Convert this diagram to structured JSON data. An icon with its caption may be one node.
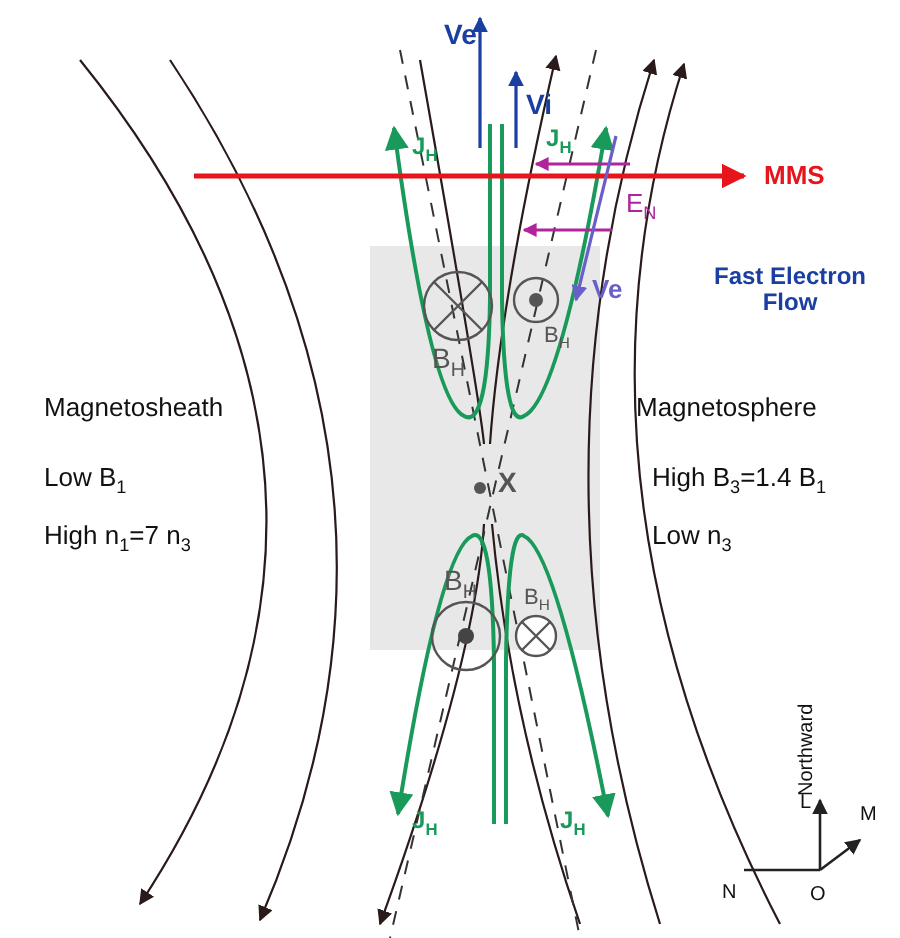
{
  "diagram": {
    "labels": [
      "Ve",
      "Vi",
      "J$_{H}$",
      "J$_{H}$",
      "MMS",
      "E$_{N}$",
      "Ve",
      "Fast Electron Flow",
      "B$_{H}$",
      "B$_{H}$",
      "Magnetosheath",
      "Magnetosphere",
      "Low B$_{1}$",
      "X",
      "High B$_{3}$=1.4 B$_{1}$",
      "High n$_{1}$=7 n$_{3}$",
      "Low n$_{3}$",
      "B$_{H}$",
      "B$_{H}$",
      "J$_{H}$",
      "J$_{H}$",
      "Northward",
      "L",
      "M",
      "N",
      "O"
    ]
  }
}
